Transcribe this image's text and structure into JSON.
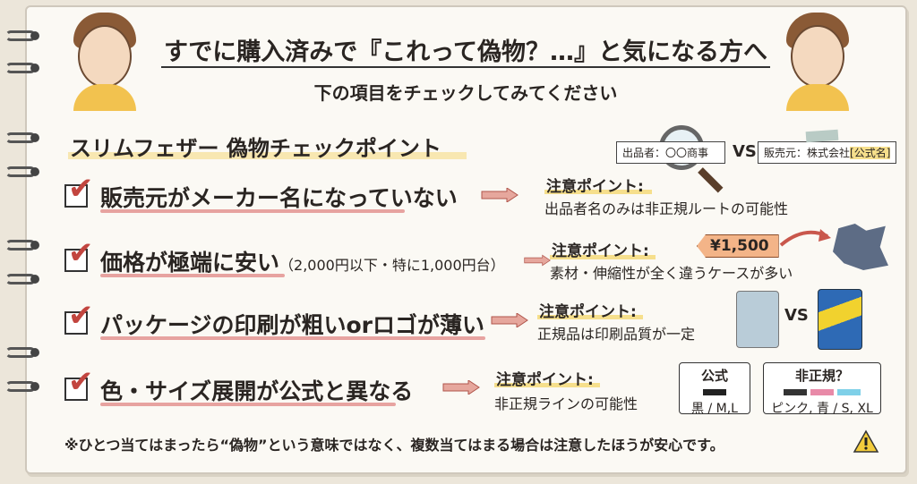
{
  "header": {
    "title": "すでに購入済みで『これって偽物？…』と気になる方へ",
    "subtitle": "下の項目をチェックしてみてください"
  },
  "section_title": "スリムフェザー 偽物チェックポイント",
  "items": [
    {
      "label": "販売元がメーカー名になっていない",
      "note_title": "注意ポイント:",
      "note": "出品者名のみは非正規ルートの可能性",
      "illustration": {
        "left_box": "出品者：〇〇商事",
        "vs": "VS",
        "right_box_prefix": "販売元：株式会社",
        "right_box_highlight": "[公式名]"
      }
    },
    {
      "label": "価格が極端に安い",
      "label_small": "（2,000円以下・特に1,000円台）",
      "note_title": "注意ポイント:",
      "note": "素材・伸縮性が全く違うケースが多い",
      "illustration": {
        "price_tag": "¥1,500"
      }
    },
    {
      "label": "パッケージの印刷が粗いorロゴが薄い",
      "note_title": "注意ポイント:",
      "note": "正規品は印刷品質が一定",
      "illustration": {
        "vs": "VS"
      }
    },
    {
      "label": "色・サイズ展開が公式と異なる",
      "note_title": "注意ポイント:",
      "note": "非正規ラインの可能性",
      "illustration": {
        "official_title": "公式",
        "official_text": "黒 / M,L",
        "unofficial_title": "非正規？",
        "unofficial_text": "ピンク, 青 / S, XL",
        "official_colors": [
          "#222222"
        ],
        "unofficial_colors": [
          "#333333",
          "#e88aa8",
          "#7fd0e8"
        ]
      }
    }
  ],
  "footer": "※ひとつ当てはまったら“偽物”という意味ではなく、複数当てはまる場合は注意したほうが安心です。",
  "colors": {
    "check": "#c2453f",
    "underline": "#e7a3a0",
    "highlight": "#f6df8c",
    "arrow": "#d98a80"
  }
}
